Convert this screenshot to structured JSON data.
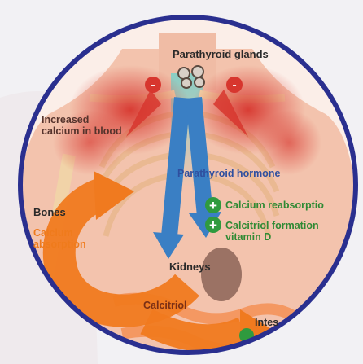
{
  "labels": {
    "parathyroid_glands": "Parathyroid glands",
    "increased_calcium_line1": "Increased",
    "increased_calcium_line2": "calcium in blood",
    "parathyroid_hormone": "Parathyroid hormone",
    "bones": "Bones",
    "calcium_absorption_line1": "Calcium",
    "calcium_absorption_line2": "absorption",
    "calcium_reabsorption": "Calcium reabsorptio",
    "calcitriol_formation_line1": "Calcitriol formation",
    "calcitriol_formation_line2": "vitamin D",
    "kidneys": "Kidneys",
    "calcitriol": "Calcitriol",
    "intestine": "Intes"
  },
  "symbols": {
    "minus": "-",
    "plus": "+"
  },
  "colors": {
    "frame": "#2a2f8f",
    "skin": "#f3c3ad",
    "hormone_arrow": "#3a7fc4",
    "bone_arrow": "#f07a1f",
    "inhibit": "#d7362e",
    "stimulate": "#2f9a3e",
    "label_green": "#2f8a34",
    "label_orange": "#ef7b1c",
    "label_blue": "#2f4f9f"
  }
}
